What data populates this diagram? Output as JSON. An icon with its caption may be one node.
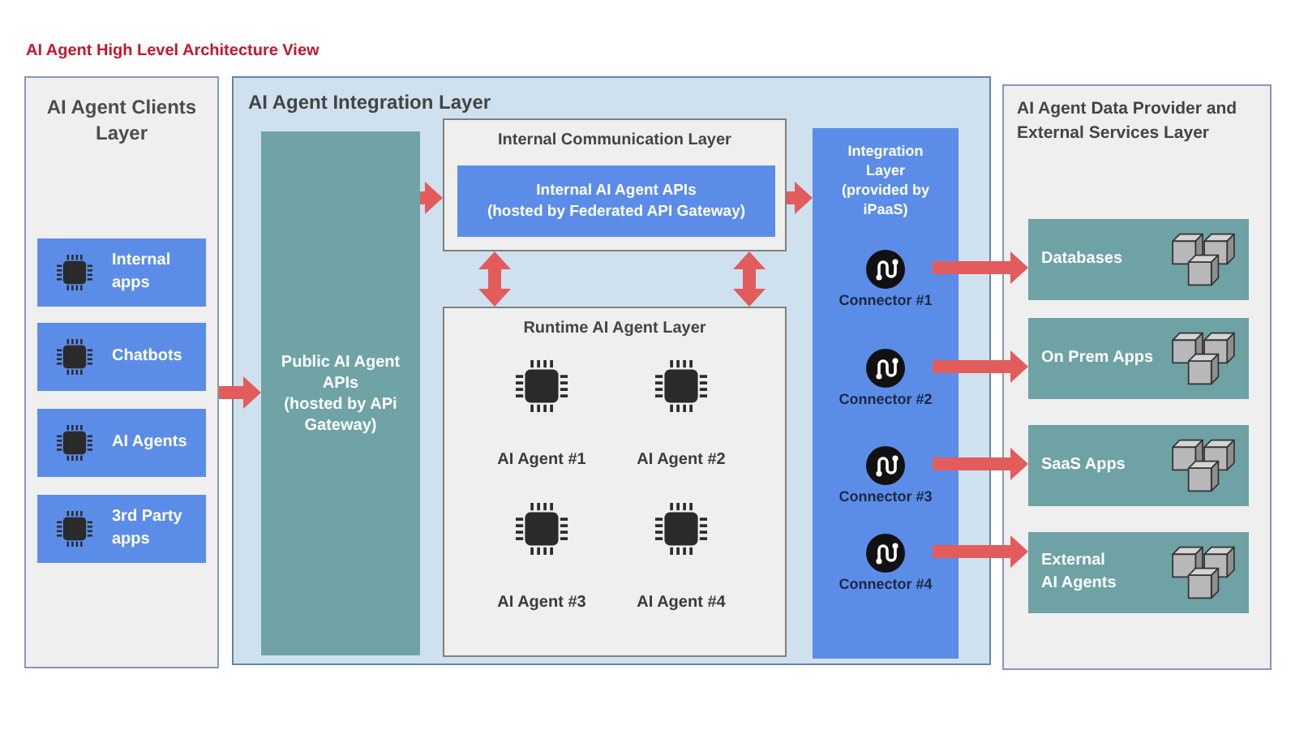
{
  "diagram": {
    "title": "AI Agent High Level Architecture View",
    "nodes": [
      {
        "text": [
          "AI Agent Clients Layer"
        ]
      },
      {
        "text": [
          "Internal apps"
        ],
        "in": 0
      },
      {
        "text": [
          "Chatbots"
        ],
        "in": 0
      },
      {
        "text": [
          "AI Agents"
        ],
        "in": 0
      },
      {
        "text": [
          "3rd Party apps"
        ],
        "in": 0
      },
      {
        "text": [
          "AI Agent Integration Layer"
        ]
      },
      {
        "text": [
          "Public AI Agent APIs",
          "(hosted by APi Gateway)"
        ],
        "in": 5
      },
      {
        "text": [
          "Internal Communication Layer"
        ],
        "in": 5
      },
      {
        "text": [
          "Internal AI Agent APIs",
          "(hosted by Federated API Gateway)"
        ],
        "in": 7
      },
      {
        "text": [
          "Runtime AI Agent Layer"
        ],
        "in": 5
      },
      {
        "text": [
          "Integration Layer",
          "(provided by iPaaS)"
        ],
        "in": 5
      },
      {
        "text": [
          "Connector #1"
        ],
        "in": 10
      },
      {
        "text": [
          "Connector #2"
        ],
        "in": 10
      },
      {
        "text": [
          "Connector #3"
        ],
        "in": 10
      },
      {
        "text": [
          "Connector #4"
        ],
        "in": 10
      },
      {
        "text": [
          "AI Agent Data Provider and External Services Layer"
        ]
      },
      {
        "text": [
          "Databases"
        ],
        "in": 15
      },
      {
        "text": [
          "On Prem Apps"
        ],
        "in": 15
      },
      {
        "text": [
          "SaaS Apps"
        ],
        "in": 15
      },
      {
        "text": [
          "External AI Agents"
        ],
        "in": 15
      }
    ],
    "edges": [
      {
        "from": 0,
        "to": 6,
        "arrow": "to"
      },
      {
        "from": 6,
        "to": 7,
        "arrow": "to"
      },
      {
        "from": 7,
        "to": 10,
        "arrow": "to"
      },
      {
        "from": 7,
        "to": 9,
        "arrow": "both"
      },
      {
        "from": 7,
        "to": 9,
        "arrow": "both"
      },
      {
        "from": 11,
        "to": 16,
        "arrow": "to"
      },
      {
        "from": 12,
        "to": 17,
        "arrow": "to"
      },
      {
        "from": 13,
        "to": 18,
        "arrow": "to"
      },
      {
        "from": 14,
        "to": 19,
        "arrow": "to"
      }
    ],
    "labels": [
      "AI Agent #1",
      "AI Agent #2",
      "AI Agent #3",
      "AI Agent #4"
    ]
  }
}
